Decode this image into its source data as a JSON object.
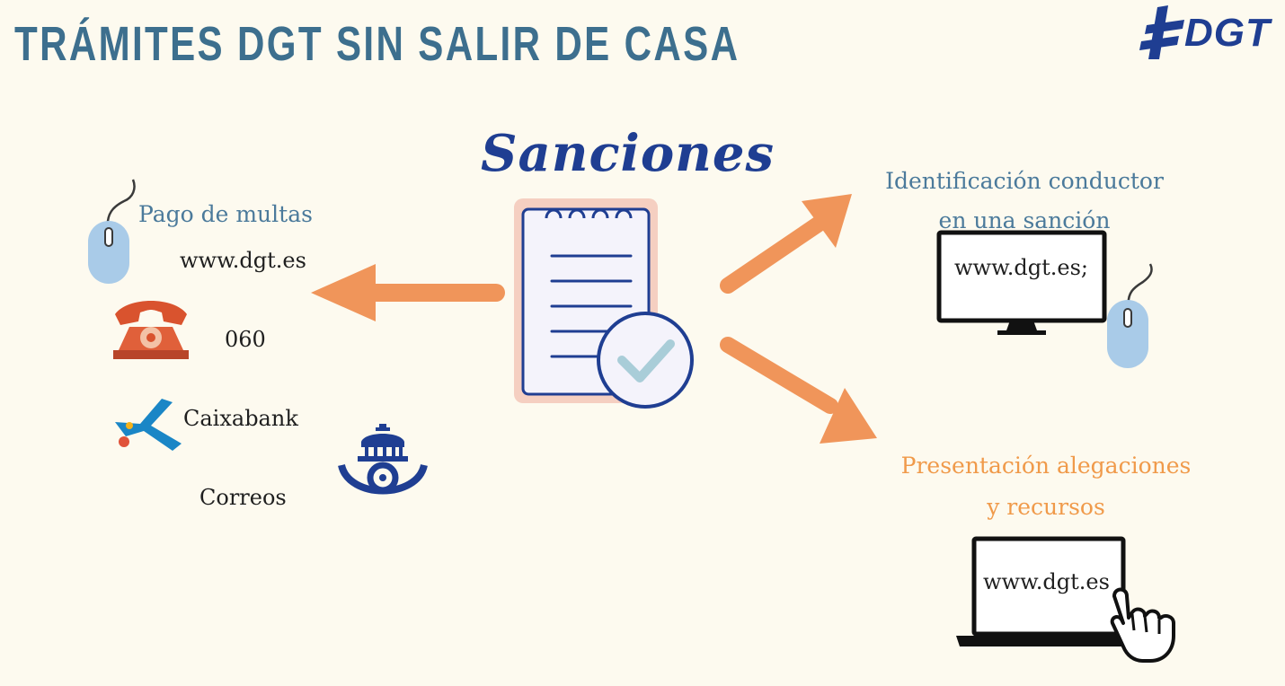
{
  "header": {
    "title": "TRÁMITES DGT SIN SALIR DE CASA",
    "logo_text": "DGT"
  },
  "center": {
    "heading": "Sanciones"
  },
  "left": {
    "heading": "Pago de multas",
    "web": "www.dgt.es",
    "phone": "060",
    "bank": "Caixabank",
    "post": "Correos"
  },
  "right_top": {
    "line1": "Identificación conductor",
    "line2": "en una sanción",
    "monitor_text": "www.dgt.es;"
  },
  "right_bottom": {
    "line1": "Presentación alegaciones",
    "line2": "y recursos",
    "laptop_text": "www.dgt.es"
  },
  "colors": {
    "title_blue": "#3d6f8e",
    "dgt_blue": "#1f3e92",
    "arrow_orange": "#f0955a",
    "accent_orange": "#f09a4a",
    "background": "#fdfaef"
  }
}
